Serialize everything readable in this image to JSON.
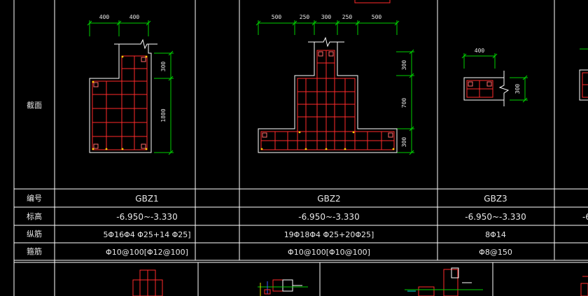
{
  "row_labels": {
    "section": "截面",
    "number": "编号",
    "elevation": "标高",
    "longitudinal": "纵筋",
    "stirrup": "箍筋"
  },
  "columns": [
    {
      "id": "GBZ1",
      "number": "GBZ1",
      "elevation": "-6.950~-3.330",
      "longitudinal": "5Φ16Φ4 Φ25+14 Φ25]",
      "stirrup": "Φ10@100[Φ12@100]",
      "dims": {
        "top_a": "400",
        "top_b": "400",
        "right_a": "300",
        "right_b": "1800"
      }
    },
    {
      "id": "GBZ2",
      "number": "GBZ2",
      "elevation": "-6.950~-3.330",
      "longitudinal": "19Φ18Φ4 Φ25+20Φ25]",
      "stirrup": "Φ10@100[Φ10@100]",
      "dims": {
        "top_a": "500",
        "top_b": "250",
        "top_c": "300",
        "top_d": "250",
        "top_e": "500",
        "right_a": "300",
        "right_b": "700",
        "right_c": "300"
      }
    },
    {
      "id": "GBZ3",
      "number": "GBZ3",
      "elevation": "-6.950~-3.330",
      "longitudinal": "8Φ14",
      "stirrup": "Φ8@150",
      "dims": {
        "top_a": "400",
        "right_a": "300"
      }
    }
  ],
  "partial": {
    "elevation": "-6"
  },
  "colors": {
    "background": "#000000",
    "grid": "#ffffff",
    "concrete": "#ffffff",
    "rebar": "#ff2a2a",
    "dimension": "#00d000",
    "break_line": "#ffffff",
    "accent_blue": "#3a5cff",
    "accent_yellow": "#e8e000",
    "accent_cyan": "#00e0e0"
  }
}
